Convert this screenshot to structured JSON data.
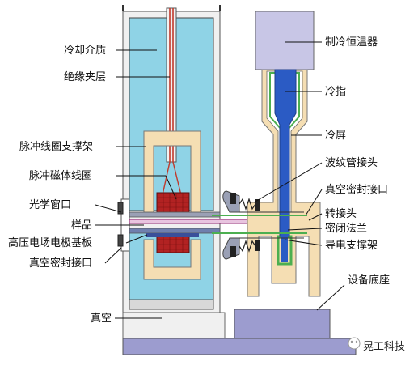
{
  "labels": {
    "coolant": "冷却介质",
    "insulation": "绝缘夹层",
    "coil_support": "脉冲线圈支撑架",
    "pulse_coil": "脉冲磁体线圈",
    "optical_window": "光学窗口",
    "sample": "样品",
    "hv_electrode": "高压电场电极基板",
    "vacuum_port_left": "真空密封接口",
    "vacuum": "真空",
    "cryostat": "制冷恒温器",
    "cold_finger": "冷指",
    "cold_shield": "冷屏",
    "bellows_joint": "波纹管接头",
    "vacuum_port_right": "真空密封接口",
    "adapter": "转接头",
    "sealing_flange": "密闭法兰",
    "conductive_support": "导电支撑架",
    "base": "设备底座"
  },
  "watermark": "晃工科技",
  "colors": {
    "coolant": "#8fd3e6",
    "cryostat_box": "#c8c6e6",
    "cold_finger": "#2b5bc4",
    "shield_green": "#4caf50",
    "tan_support": "#f5deb3",
    "coil_red": "#b22222",
    "base": "#9c9ccf",
    "sample_line": "#8b1a6b"
  }
}
